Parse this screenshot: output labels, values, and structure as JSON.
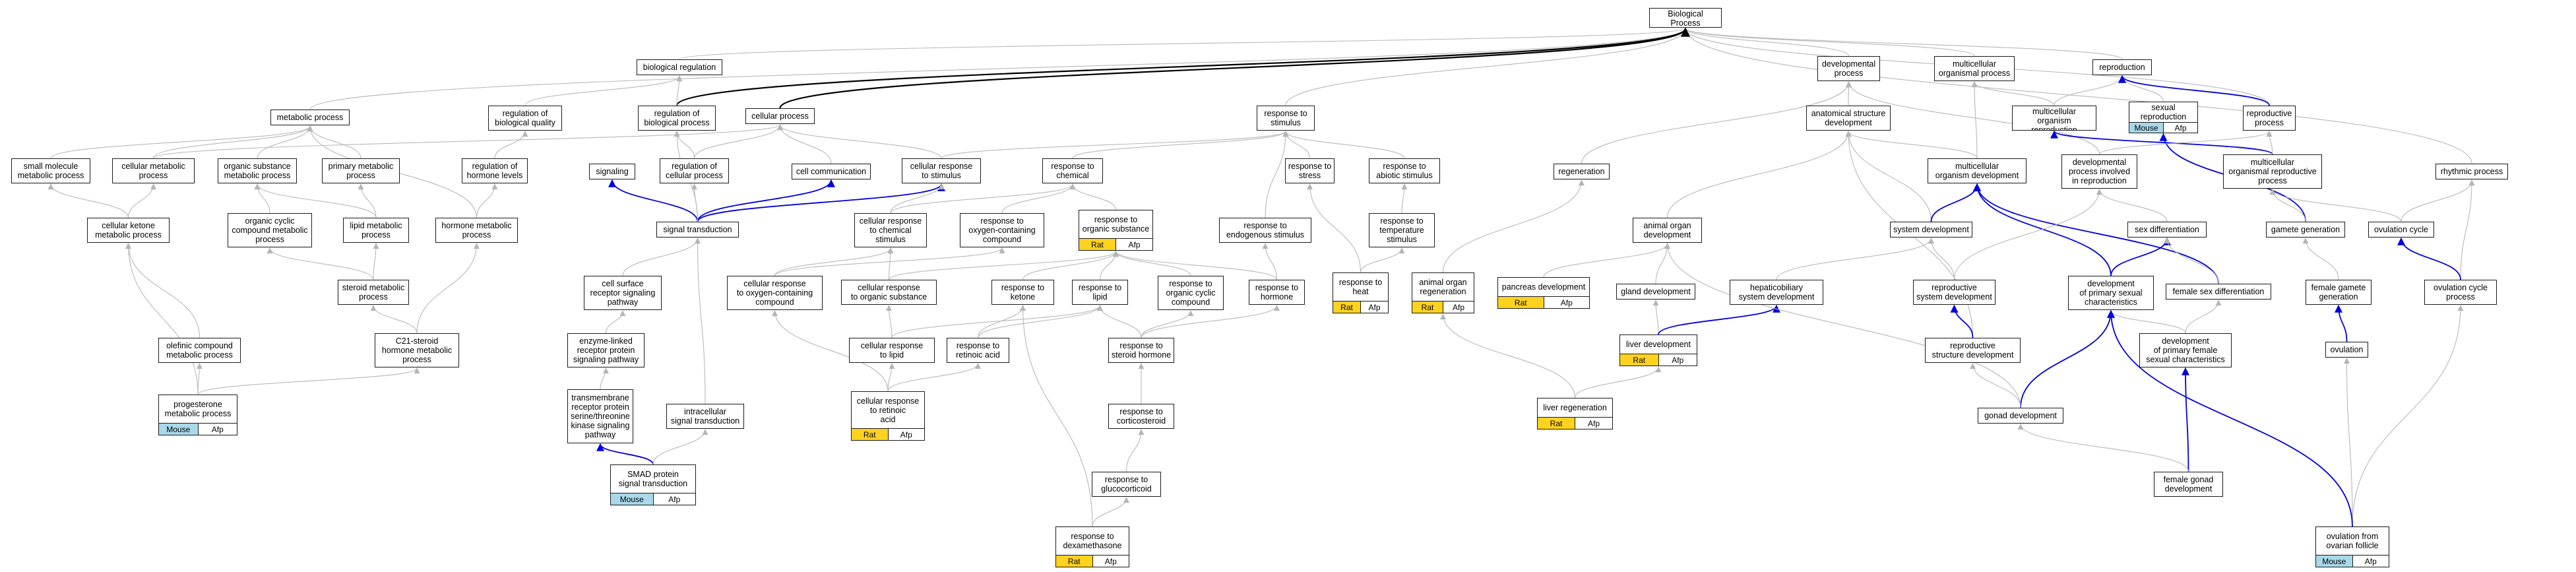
{
  "nodes": {
    "bp": {
      "label": "Biological Process\nAfp"
    },
    "biological_regulation": {
      "label": "biological regulation"
    },
    "metabolic_process": {
      "label": "metabolic process"
    },
    "regulation_of_biological_quality": {
      "label": "regulation of\nbiological quality"
    },
    "regulation_of_biological_process": {
      "label": "regulation of\nbiological process"
    },
    "cellular_process": {
      "label": "cellular process"
    },
    "response_to_stimulus": {
      "label": "response to\nstimulus"
    },
    "developmental_process": {
      "label": "developmental\nprocess"
    },
    "multicellular_organismal_process": {
      "label": "multicellular\norganismal process"
    },
    "reproduction": {
      "label": "reproduction"
    },
    "anatomical_structure_development": {
      "label": "anatomical structure\ndevelopment"
    },
    "multicellular_organism_reproduction": {
      "label": "multicellular\norganism reproduction"
    },
    "sexual_reproduction": {
      "label": "sexual reproduction",
      "tags": [
        "Mouse",
        "Afp"
      ]
    },
    "reproductive_process": {
      "label": "reproductive\nprocess"
    },
    "small_molecule_metabolic_process": {
      "label": "small molecule\nmetabolic process"
    },
    "cellular_metabolic_process": {
      "label": "cellular metabolic\nprocess"
    },
    "organic_substance_metabolic_process": {
      "label": "organic substance\nmetabolic process"
    },
    "primary_metabolic_process": {
      "label": "primary metabolic\nprocess"
    },
    "regulation_of_hormone_levels": {
      "label": "regulation of\nhormone levels"
    },
    "signaling": {
      "label": "signaling"
    },
    "regulation_of_cellular_process": {
      "label": "regulation of\ncellular process"
    },
    "cell_communication": {
      "label": "cell communication"
    },
    "cellular_response_to_stimulus": {
      "label": "cellular response\nto stimulus"
    },
    "response_to_chemical": {
      "label": "response to\nchemical"
    },
    "response_to_stress": {
      "label": "response to\nstress"
    },
    "response_to_abiotic_stimulus": {
      "label": "response to\nabiotic stimulus"
    },
    "regeneration": {
      "label": "regeneration"
    },
    "multicellular_organism_development": {
      "label": "multicellular\norganism development"
    },
    "developmental_process_involved_in_reproduction": {
      "label": "developmental\nprocess involved\nin reproduction"
    },
    "multicellular_organismal_reproductive_process": {
      "label": "multicellular\norganismal reproductive\nprocess"
    },
    "rhythmic_process": {
      "label": "rhythmic process"
    },
    "cellular_ketone_metabolic_process": {
      "label": "cellular ketone\nmetabolic process"
    },
    "organic_cyclic_compound_metabolic_process": {
      "label": "organic cyclic\ncompound metabolic\nprocess"
    },
    "lipid_metabolic_process": {
      "label": "lipid metabolic\nprocess"
    },
    "hormone_metabolic_process": {
      "label": "hormone metabolic\nprocess"
    },
    "signal_transduction": {
      "label": "signal transduction"
    },
    "cellular_response_to_chemical_stimulus": {
      "label": "cellular response\nto chemical\nstimulus"
    },
    "response_to_oxygen_containing_compound": {
      "label": "response to\noxygen-containing\ncompound"
    },
    "response_to_organic_substance": {
      "label": "response to\norganic substance",
      "tags": [
        "Rat",
        "Afp"
      ]
    },
    "response_to_endogenous_stimulus": {
      "label": "response to\nendogenous stimulus"
    },
    "response_to_temperature_stimulus": {
      "label": "response to\ntemperature\nstimulus"
    },
    "animal_organ_development": {
      "label": "animal organ\ndevelopment"
    },
    "system_development": {
      "label": "system development"
    },
    "sex_differentiation": {
      "label": "sex differentiation"
    },
    "gamete_generation": {
      "label": "gamete generation"
    },
    "ovulation_cycle": {
      "label": "ovulation cycle"
    },
    "steroid_metabolic_process": {
      "label": "steroid metabolic\nprocess"
    },
    "cell_surface_receptor_signaling_pathway": {
      "label": "cell surface\nreceptor signaling\npathway"
    },
    "cellular_response_to_oxygen_containing_compound": {
      "label": "cellular response\nto oxygen-containing\ncompound"
    },
    "cellular_response_to_organic_substance": {
      "label": "cellular response\nto organic substance"
    },
    "response_to_lipid": {
      "label": "response to\nlipid"
    },
    "response_to_ketone": {
      "label": "response to\nketone"
    },
    "response_to_organic_cyclic_compound": {
      "label": "response to\norganic cyclic\ncompound"
    },
    "response_to_hormone": {
      "label": "response to\nhormone"
    },
    "response_to_heat": {
      "label": "response to\nheat",
      "tags": [
        "Rat",
        "Afp"
      ]
    },
    "animal_organ_regeneration": {
      "label": "animal organ\nregeneration",
      "tags": [
        "Rat",
        "Afp"
      ]
    },
    "pancreas_development": {
      "label": "pancreas development",
      "tags": [
        "Rat",
        "Afp"
      ]
    },
    "gland_development": {
      "label": "gland development"
    },
    "hepaticobiliary_system_development": {
      "label": "hepaticobiliary\nsystem development"
    },
    "reproductive_system_development": {
      "label": "reproductive\nsystem development"
    },
    "development_of_primary_sexual_characteristics": {
      "label": "development\nof primary sexual\ncharacteristics"
    },
    "female_sex_differentiation": {
      "label": "female sex differentiation"
    },
    "female_gamete_generation": {
      "label": "female gamete\ngeneration"
    },
    "ovulation_cycle_process": {
      "label": "ovulation cycle\nprocess"
    },
    "olefinic_compound_metabolic_process": {
      "label": "olefinic compound\nmetabolic process"
    },
    "c21_steroid_hormone_metabolic_process": {
      "label": "C21-steroid\nhormone metabolic\nprocess"
    },
    "enzyme_linked_receptor_protein_signaling_pathway": {
      "label": "enzyme-linked\nreceptor protein\nsignaling pathway"
    },
    "cellular_response_to_lipid": {
      "label": "cellular response\nto lipid"
    },
    "response_to_retinoic_acid": {
      "label": "response to\nretinoic acid"
    },
    "response_to_steroid_hormone": {
      "label": "response to\nsteroid hormone"
    },
    "liver_development": {
      "label": "liver development",
      "tags": [
        "Rat",
        "Afp"
      ]
    },
    "reproductive_structure_development": {
      "label": "reproductive\nstructure development"
    },
    "development_of_primary_female_sexual_characteristics": {
      "label": "development\nof primary female\nsexual characteristics"
    },
    "ovulation": {
      "label": "ovulation"
    },
    "progesterone_metabolic_process": {
      "label": "progesterone\nmetabolic process",
      "tags": [
        "Mouse",
        "Afp"
      ]
    },
    "transmembrane_receptor_protein_serine_threonine_kinase_signaling_pathway": {
      "label": "transmembrane\nreceptor protein\nserine/threonine\nkinase signaling\npathway"
    },
    "intracellular_signal_transduction": {
      "label": "intracellular\nsignal transduction"
    },
    "cellular_response_to_retinoic_acid": {
      "label": "cellular response\nto retinoic\nacid",
      "tags": [
        "Rat",
        "Afp"
      ]
    },
    "response_to_corticosteroid": {
      "label": "response to\ncorticosteroid"
    },
    "liver_regeneration": {
      "label": "liver regeneration",
      "tags": [
        "Rat",
        "Afp"
      ]
    },
    "gonad_development": {
      "label": "gonad development"
    },
    "smad_protein_signal_transduction": {
      "label": "SMAD protein\nsignal transduction",
      "tags": [
        "Mouse",
        "Afp"
      ]
    },
    "response_to_glucocorticoid": {
      "label": "response to\nglucocorticoid"
    },
    "female_gonad_development": {
      "label": "female gonad\ndevelopment"
    },
    "response_to_dexamethasone": {
      "label": "response to\ndexamethasone",
      "tags": [
        "Rat",
        "Afp"
      ]
    },
    "ovulation_from_ovarian_follicle": {
      "label": "ovulation from\novarian follicle",
      "tags": [
        "Mouse",
        "Afp"
      ]
    }
  },
  "colors": {
    "rat_tag": "#ffd21f",
    "mouse_tag": "#a8d8ea",
    "highlight_edge": "#0000dd",
    "black_edge": "#000000",
    "edge": "#b8b8b8"
  }
}
